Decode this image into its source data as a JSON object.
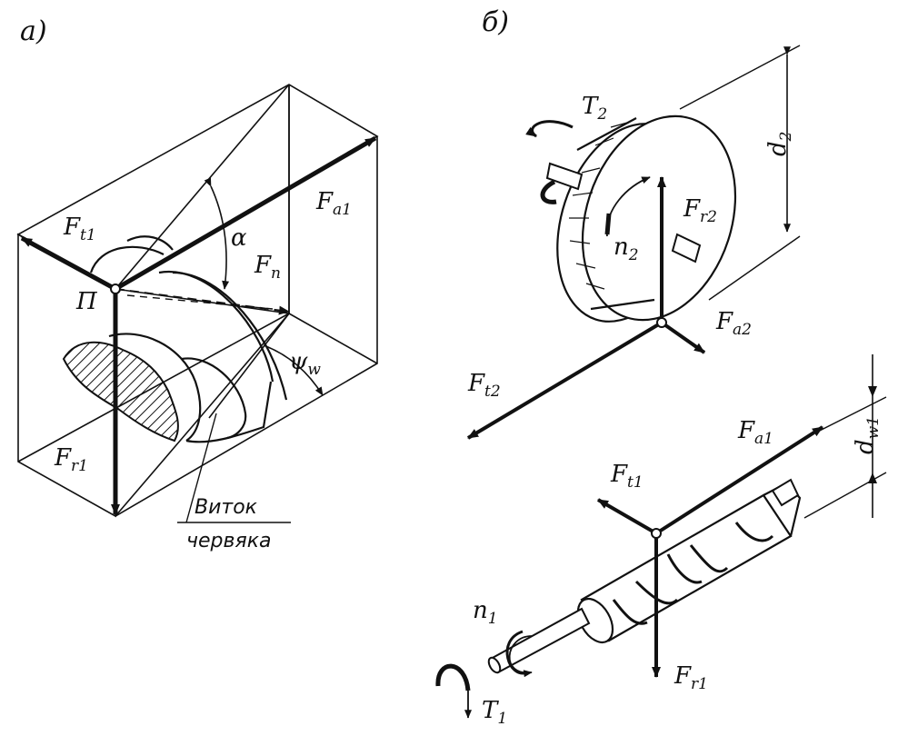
{
  "panel_a": {
    "label": "а)",
    "forces": {
      "ft1": {
        "main": "F",
        "sub": "t1"
      },
      "fa1": {
        "main": "F",
        "sub": "a1"
      },
      "fn": {
        "main": "F",
        "sub": "n"
      },
      "fr1": {
        "main": "F",
        "sub": "r1"
      }
    },
    "alpha": "α",
    "psi": {
      "main": "ψ",
      "sub": "w"
    },
    "pole": "П",
    "caption_line1": "Виток",
    "caption_line2": "червяка"
  },
  "panel_b": {
    "label": "б)",
    "wheel": {
      "t2": {
        "main": "T",
        "sub": "2"
      },
      "n2": {
        "main": "n",
        "sub": "2"
      },
      "d2": {
        "main": "d",
        "sub": "2"
      },
      "fr2": {
        "main": "F",
        "sub": "r2"
      },
      "fa2": {
        "main": "F",
        "sub": "a2"
      },
      "ft2": {
        "main": "F",
        "sub": "t2"
      }
    },
    "worm": {
      "fa1": {
        "main": "F",
        "sub": "a1"
      },
      "ft1": {
        "main": "F",
        "sub": "t1"
      },
      "fr1": {
        "main": "F",
        "sub": "r1"
      },
      "dw1": {
        "main": "d",
        "sub": "w1"
      },
      "n1": {
        "main": "n",
        "sub": "1"
      },
      "t1": {
        "main": "T",
        "sub": "1"
      }
    }
  }
}
